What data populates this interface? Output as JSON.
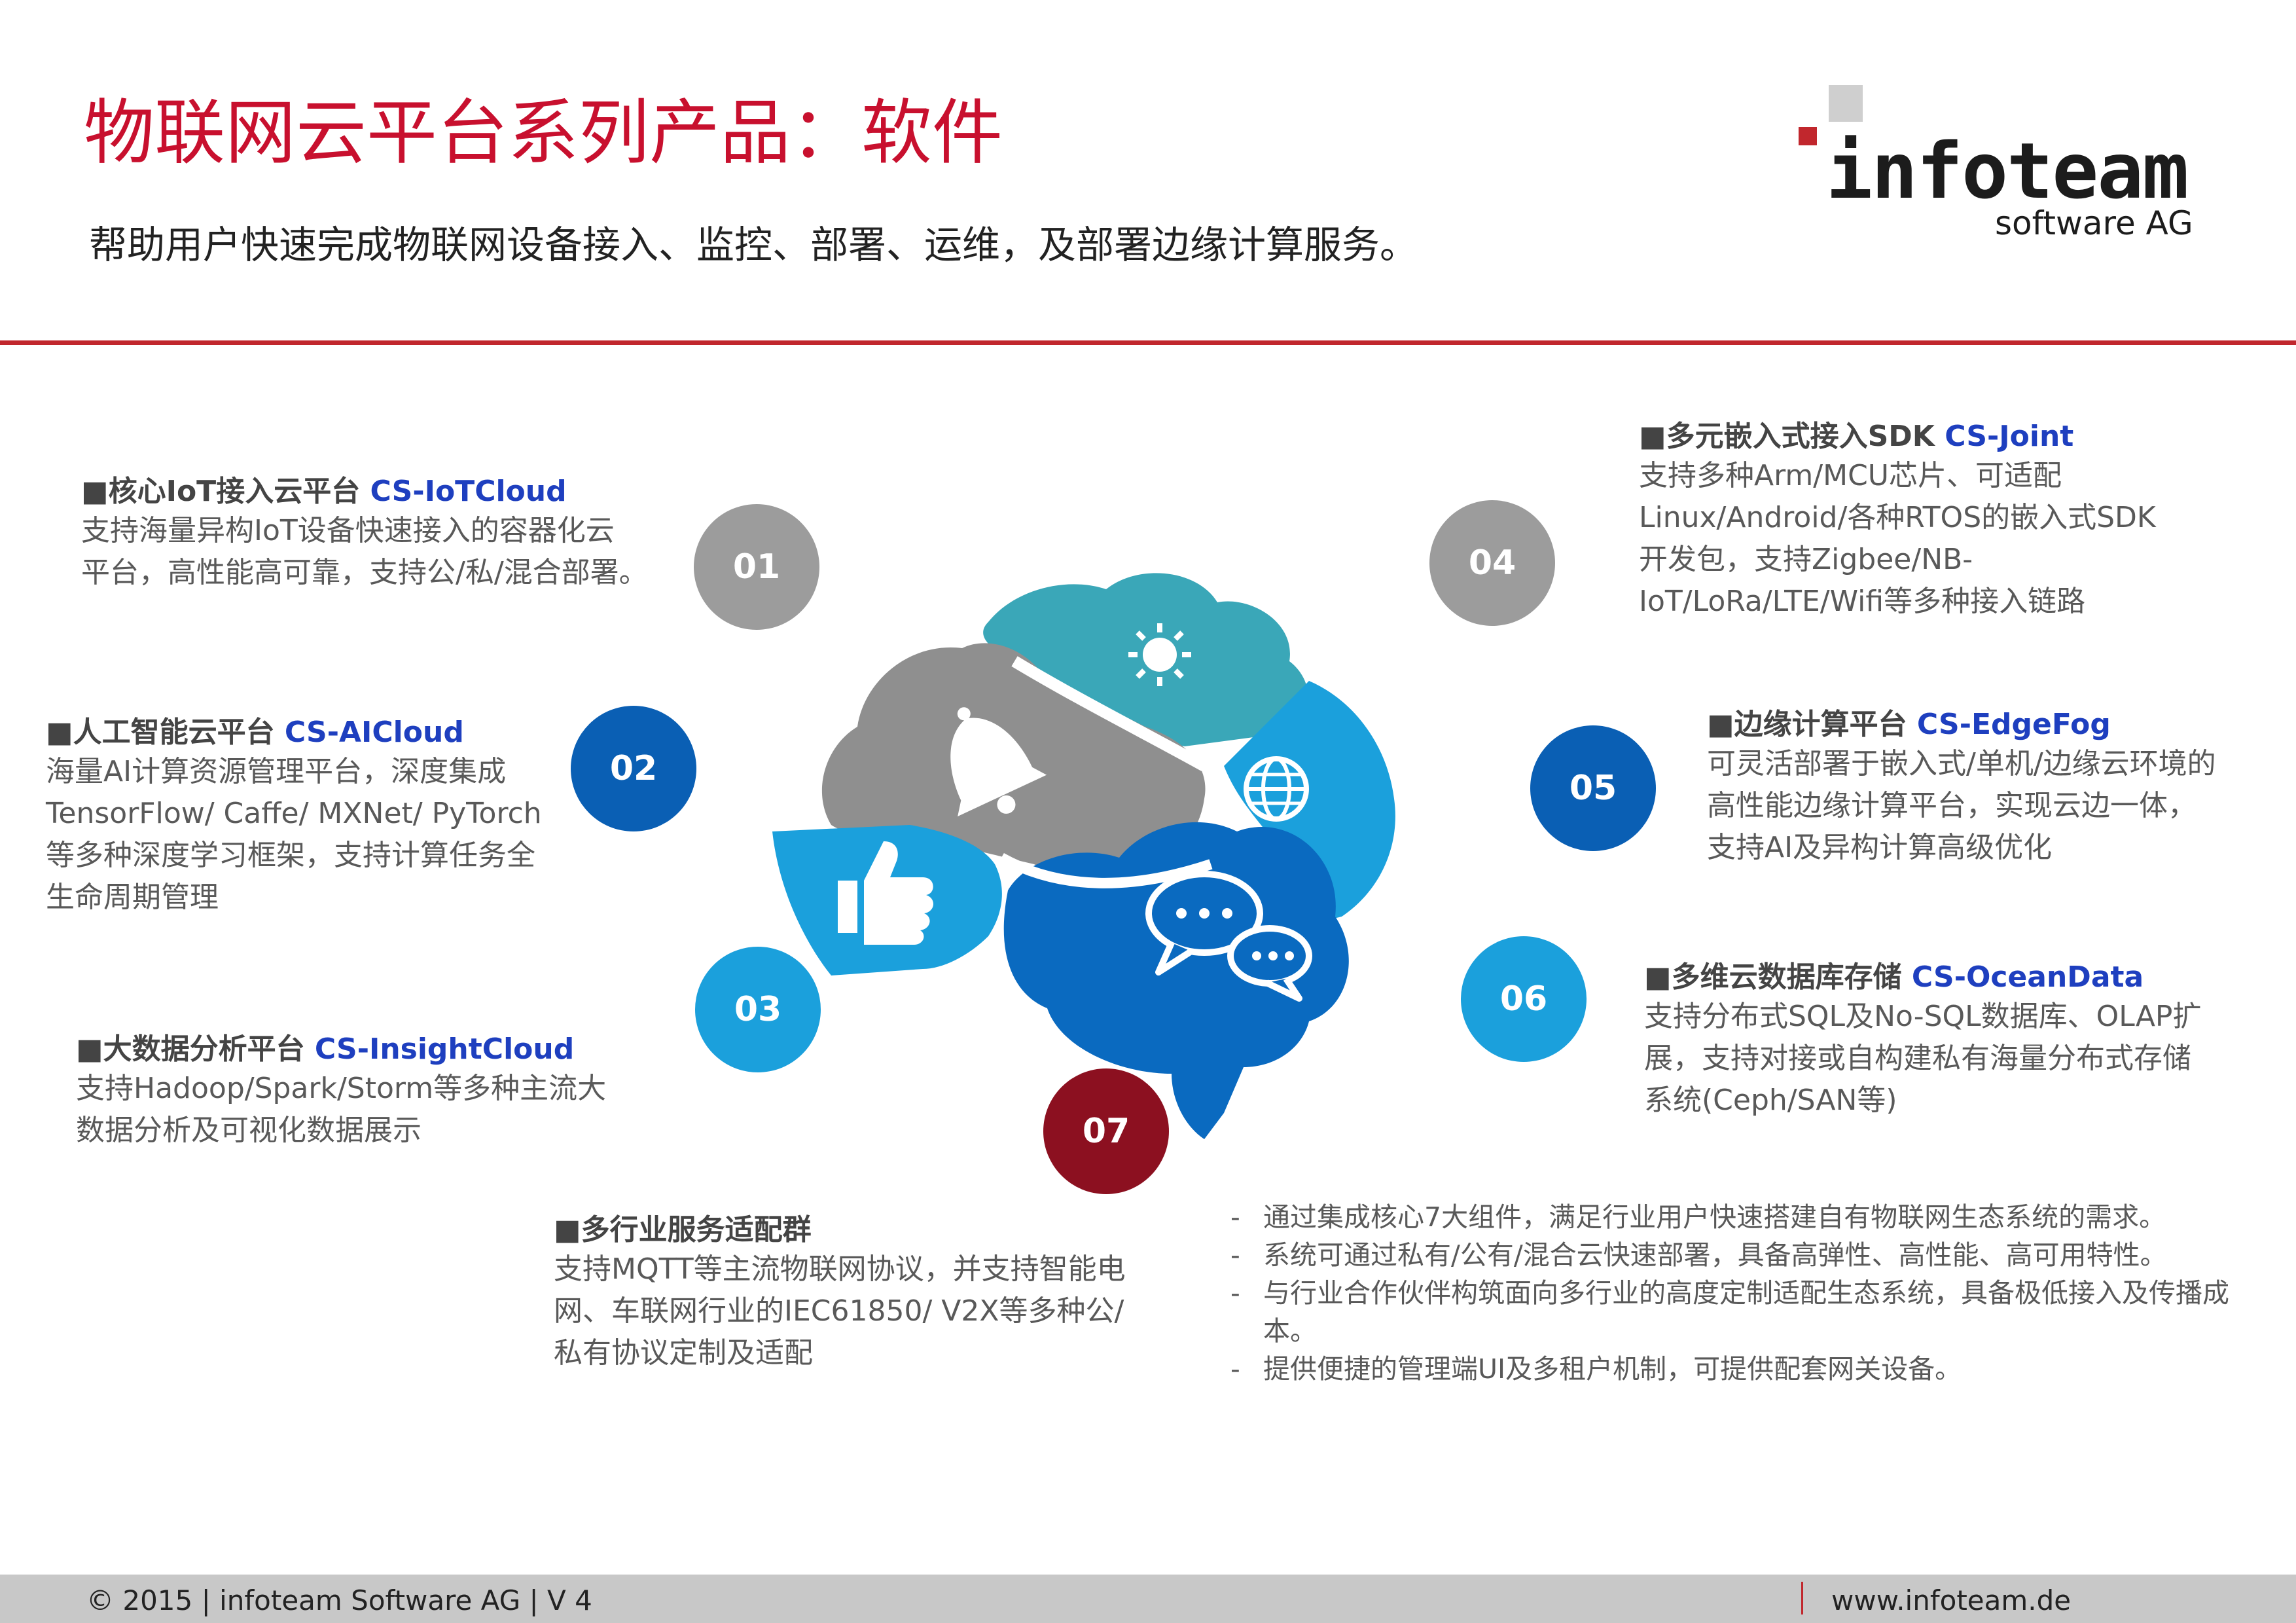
{
  "header": {
    "title": "物联网云平台系列产品：软件",
    "subtitle": "帮助用户快速完成物联网设备接入、监控、部署、运维，及部署边缘计算服务。"
  },
  "logo": {
    "word": "infoteam",
    "sub": "software AG"
  },
  "colors": {
    "accent_red": "#c1272d",
    "title_red": "#c8102e",
    "product_blue": "#1e3fbf",
    "circle_grey": "#9c9c9c",
    "circle_darkblue": "#0a5fb4",
    "circle_lightblue": "#1ba0dc",
    "circle_darkred": "#8c1020"
  },
  "circles": [
    "01",
    "02",
    "03",
    "04",
    "05",
    "06",
    "07"
  ],
  "blocks": [
    {
      "bullet": "■",
      "title": "核心IoT接入云平台 ",
      "product": "CS-IoTCloud",
      "desc": "支持海量异构IoT设备快速接入的容器化云\n平台，高性能高可靠，支持公/私/混合部署。"
    },
    {
      "bullet": "■",
      "title": "人工智能云平台 ",
      "product": "CS-AICloud",
      "desc": "海量AI计算资源管理平台，深度集成\nTensorFlow/ Caffe/ MXNet/ PyTorch\n等多种深度学习框架，支持计算任务全\n生命周期管理"
    },
    {
      "bullet": "■",
      "title": "大数据分析平台 ",
      "product": "CS-InsightCloud",
      "desc": "支持Hadoop/Spark/Storm等多种主流大\n数据分析及可视化数据展示"
    },
    {
      "bullet": "■",
      "title": "多元嵌入式接入SDK ",
      "product": "CS-Joint",
      "desc": "支持多种Arm/MCU芯片、可适配\nLinux/Android/各种RTOS的嵌入式SDK\n开发包，支持Zigbee/NB-\nIoT/LoRa/LTE/Wifi等多种接入链路"
    },
    {
      "bullet": "■",
      "title": "边缘计算平台 ",
      "product": "CS-EdgeFog",
      "desc": "可灵活部署于嵌入式/单机/边缘云环境的\n高性能边缘计算平台，实现云边一体，\n支持AI及异构计算高级优化"
    },
    {
      "bullet": "■",
      "title": "多维云数据库存储 ",
      "product": "CS-OceanData",
      "desc": "支持分布式SQL及No-SQL数据库、OLAP扩\n展，支持对接或自构建私有海量分布式存储\n系统(Ceph/SAN等)"
    },
    {
      "bullet": "■",
      "title": "多行业服务适配群",
      "product": "",
      "desc": "支持MQTT等主流物联网协议，并支持智能电\n网、车联网行业的IEC61850/ V2X等多种公/\n私有协议定制及适配"
    }
  ],
  "bullets": [
    "通过集成核心7大组件，满足行业用户快速搭建自有物联网生态系统的需求。",
    "系统可通过私有/公有/混合云快速部署，具备高弹性、高性能、高可用特性。",
    "与行业合作伙伴构筑面向多行业的高度定制适配生态系统，具备极低接入及传播成本。",
    "提供便捷的管理端UI及多租户机制，可提供配套网关设备。"
  ],
  "bullet_dash": "-",
  "icons": [
    "bell-icon",
    "sun-icon",
    "globe-icon",
    "thumbs-up-icon",
    "chat-bubbles-icon"
  ],
  "footer": {
    "left": "© 2015 | infoteam Software AG | V 4",
    "right": "www.infoteam.de"
  }
}
